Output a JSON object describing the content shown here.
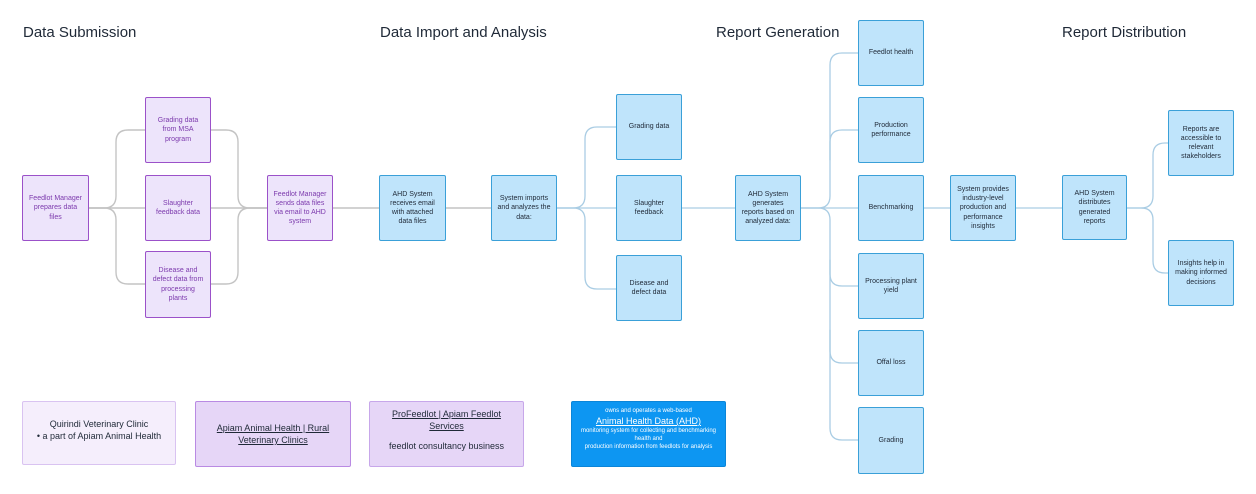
{
  "headings": {
    "data_submission": "Data Submission",
    "data_import": "Data Import and Analysis",
    "report_generation": "Report Generation",
    "report_distribution": "Report Distribution"
  },
  "nodes": {
    "feedlot_manager_prepares": "Feedlot Manager prepares data files",
    "grading_msa": "Grading data from MSA program",
    "slaughter_feedback_data": "Slaughter feedback data",
    "disease_defect_plants": "Disease and defect data from processing plants",
    "feedlot_manager_sends": "Feedlot Manager sends data files via email to AHD system",
    "ahd_receives": "AHD System receives email with attached data files",
    "system_imports": "System imports and analyzes the data:",
    "grading_data": "Grading data",
    "slaughter_feedback": "Slaughter feedback",
    "disease_defect_data": "Disease and defect data",
    "ahd_generates": "AHD System generates reports based on analyzed data:",
    "feedlot_health": "Feedlot health",
    "production_performance": "Production performance",
    "benchmarking": "Benchmarking",
    "processing_plant_yield": "Processing plant yield",
    "offal_loss": "Offal loss",
    "grading": "Grading",
    "system_provides": "System provides industry-level production and performance insights",
    "ahd_distributes": "AHD System distributes generated reports",
    "reports_accessible": "Reports are accessible to relevant stakeholders",
    "insights_help": "Insights help in making informed decisions"
  },
  "notes": {
    "quirindi": {
      "title": "Quirindi Veterinary Clinic",
      "bullet": "a part of Apiam Animal Health"
    },
    "apiam": {
      "title": "Apiam Animal Health | Rural Veterinary Clinics"
    },
    "profeedlot": {
      "title": "ProFeedlot | Apiam Feedlot Services",
      "subtitle": "feedlot consultancy business"
    },
    "ahd": {
      "pre": "owns and operates a web-based",
      "title": "Animal Health Data (AHD)",
      "desc1": "monitoring system for collecting and benchmarking health and",
      "desc2": "production information from feedlots for analysis"
    }
  },
  "colors": {
    "purple_border": "#9b51c9",
    "purple_fill": "#ede4fb",
    "blue_border": "#3aa0d8",
    "blue_fill": "#bfe4fb",
    "ahd_note_fill": "#0d96f2"
  }
}
